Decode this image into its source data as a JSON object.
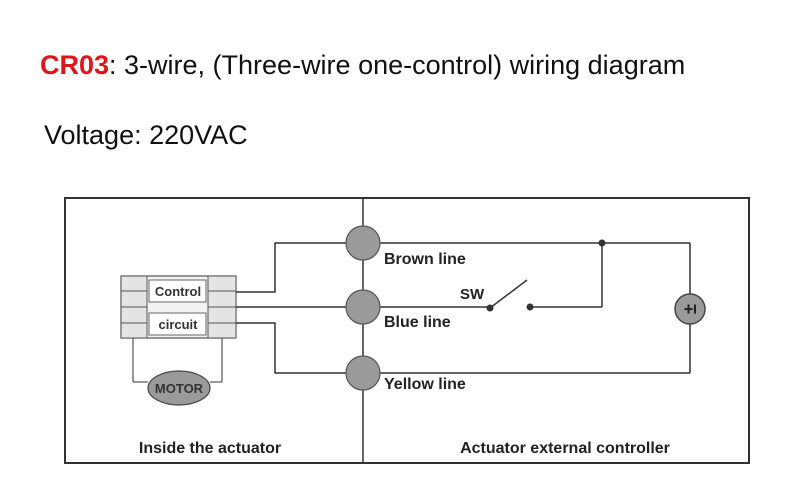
{
  "title": {
    "code": "CR03",
    "rest": ": 3-wire, (Three-wire one-control) wiring diagram"
  },
  "voltage": "Voltage: 220VAC",
  "diagram": {
    "control_label_1": "Control",
    "control_label_2": "circuit",
    "motor_label": "MOTOR",
    "terminals": [
      {
        "label": "Brown line"
      },
      {
        "label": "Blue line"
      },
      {
        "label": "Yellow line"
      }
    ],
    "switch_label": "SW",
    "power_symbol": "±",
    "left_panel_label": "Inside the actuator",
    "right_panel_label": "Actuator external controller"
  },
  "colors": {
    "title_code": "#e0141b",
    "terminal_fill": "#9a9a9a",
    "motor_fill": "#9a9a9a",
    "power_fill": "#9a9a9a",
    "line": "#333333"
  }
}
